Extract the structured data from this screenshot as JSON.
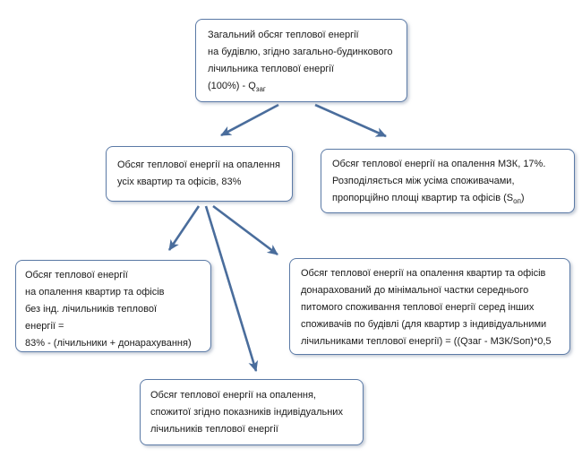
{
  "diagram": {
    "title": "heat-energy-distribution-flowchart",
    "colors": {
      "background": "#ffffff",
      "box_border": "#5b7aa6",
      "arrow": "#4a6d9c",
      "text": "#1a1a1a"
    },
    "nodes": {
      "total": {
        "lines": [
          "Загальний обсяг теплової енергії",
          "на будівлю, згідно загально-будинкового",
          "лічильника теплової енергії"
        ],
        "formula_prefix": "(100%) - Q",
        "formula_sub": "заг"
      },
      "apartments_83": {
        "lines": [
          "Обсяг теплової енергії на опалення",
          "усіх квартир та офісів, 83%"
        ]
      },
      "mzk_17": {
        "lines": [
          "Обсяг теплової енергії на опалення МЗК, 17%.",
          "Розподіляється між усіма споживачами,"
        ],
        "last_prefix": "пропорційно площі квартир та офісів (S",
        "last_sub": "оп",
        "last_suffix": ")"
      },
      "no_meters": {
        "lines": [
          "Обсяг теплової енергії",
          "на опалення квартир та офісів",
          "без інд. лічильників теплової",
          "енергії =",
          "83% - (лічильники + донарахування)"
        ]
      },
      "surcharged": {
        "lines": [
          "Обсяг теплової енергії на опалення квартир та офісів",
          "донарахований до мінімальної частки середнього",
          "питомого споживання теплової енергії серед інших",
          "споживачів по будівлі (для квартир з індивідуальними",
          "лічильниками теплової енергії) = ((Qзаг - МЗК/Sоп)*0,5"
        ]
      },
      "individual_meters": {
        "lines": [
          "Обсяг теплової енергії на опалення,",
          "спожитої згідно показників індивідуальних",
          "лічильників теплової енергії"
        ]
      }
    }
  }
}
